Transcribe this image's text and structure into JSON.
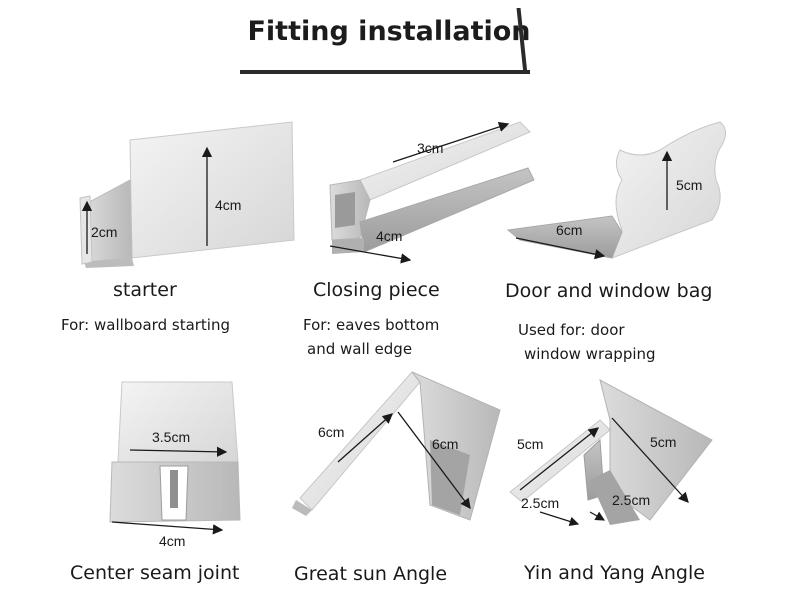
{
  "header": {
    "title": "Fitting installation"
  },
  "items": [
    {
      "name": "starter",
      "use": [
        "For: wallboard starting"
      ],
      "dims": [
        "2cm",
        "4cm"
      ],
      "icon": "starter-profile-icon"
    },
    {
      "name": "Closing piece",
      "use": [
        "For: eaves bottom",
        "and wall edge"
      ],
      "dims": [
        "3cm",
        "4cm"
      ],
      "icon": "closing-piece-profile-icon"
    },
    {
      "name": "Door and window bag",
      "use": [
        "Used for: door",
        "window wrapping"
      ],
      "dims": [
        "5cm",
        "6cm"
      ],
      "icon": "door-window-bag-profile-icon"
    },
    {
      "name": "Center seam joint",
      "use": [],
      "dims": [
        "3.5cm",
        "4cm"
      ],
      "icon": "center-seam-joint-profile-icon"
    },
    {
      "name": "Great sun Angle",
      "use": [],
      "dims": [
        "6cm",
        "6cm"
      ],
      "icon": "great-sun-angle-profile-icon"
    },
    {
      "name": "Yin and Yang Angle",
      "use": [],
      "dims": [
        "5cm",
        "5cm",
        "2.5cm",
        "2.5cm"
      ],
      "icon": "yin-yang-angle-profile-icon"
    }
  ],
  "colors": {
    "metal_light": "#ececec",
    "metal_mid": "#d2d2d2",
    "metal_dark": "#a9a9a9",
    "text": "#1a1a1a"
  }
}
